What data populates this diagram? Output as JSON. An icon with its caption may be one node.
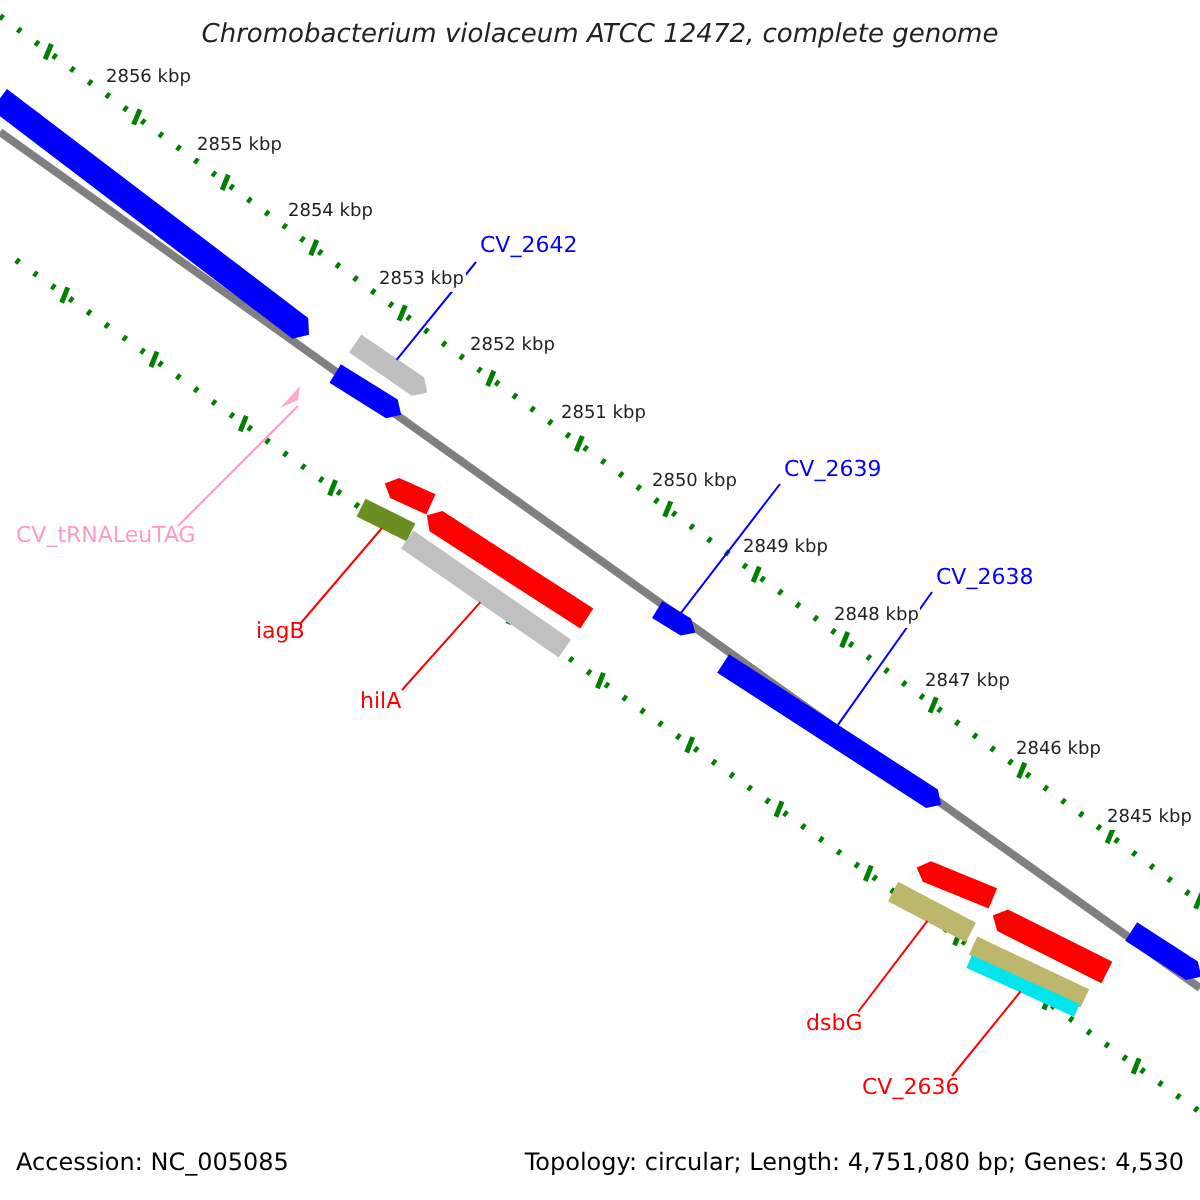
{
  "diagram": {
    "title": "Chromobacterium violaceum ATCC 12472, complete genome",
    "nodes": [
      {
        "text": [],
        "shape": "bar"
      },
      {
        "text": [
          "CV_2642"
        ]
      },
      {
        "text": [],
        "shape": "bar"
      },
      {
        "text": [],
        "shape": "bar"
      },
      {
        "text": [],
        "shape": "triangle"
      },
      {
        "text": [
          "CV_2639"
        ]
      },
      {
        "text": [],
        "shape": "bar"
      },
      {
        "text": [],
        "shape": "bar"
      },
      {
        "text": [],
        "shape": "bar"
      },
      {
        "text": [
          "CV_tRNALeuTAG"
        ]
      },
      {
        "text": [],
        "shape": "bar"
      },
      {
        "text": [
          "CV_2638"
        ]
      },
      {
        "text": [],
        "shape": "bar"
      },
      {
        "text": [
          "iagB"
        ]
      },
      {
        "text": [],
        "shape": "bar"
      },
      {
        "text": [
          "hilA"
        ]
      },
      {
        "text": [],
        "shape": "bar"
      },
      {
        "text": [],
        "shape": "bar"
      },
      {
        "text": [],
        "shape": "bar"
      },
      {
        "text": [],
        "shape": "bar"
      },
      {
        "text": [],
        "shape": "bar"
      },
      {
        "text": [],
        "shape": "bar"
      },
      {
        "text": [
          "dsbG"
        ]
      },
      {
        "text": [
          "CV_2636"
        ]
      }
    ],
    "edges": [
      {
        "from": 1,
        "to": 2,
        "arrow": "none",
        "color": "#0000ff"
      },
      {
        "from": 5,
        "to": 12,
        "arrow": "none",
        "color": "#0000ff"
      },
      {
        "from": 9,
        "to": 4,
        "arrow": "none",
        "color": "#ff99cc"
      },
      {
        "from": 11,
        "to": 14,
        "arrow": "none",
        "color": "#0000ff"
      },
      {
        "from": 13,
        "to": 7,
        "arrow": "none"
      },
      {
        "from": 15,
        "to": 10,
        "arrow": "none"
      },
      {
        "from": 22,
        "to": 17,
        "arrow": "none"
      },
      {
        "from": 23,
        "to": 20,
        "arrow": "none"
      }
    ],
    "labels": [
      "2856 kbp",
      "2855 kbp",
      "2854 kbp",
      "2853 kbp",
      "2852 kbp",
      "2851 kbp",
      "2850 kbp",
      "2849 kbp",
      "2848 kbp",
      "2847 kbp",
      "2846 kbp",
      "2845 kbp",
      "Accession: NC_005085",
      "Topology: circular; Length: 4,751,080 bp; Genes: 4,530"
    ]
  }
}
